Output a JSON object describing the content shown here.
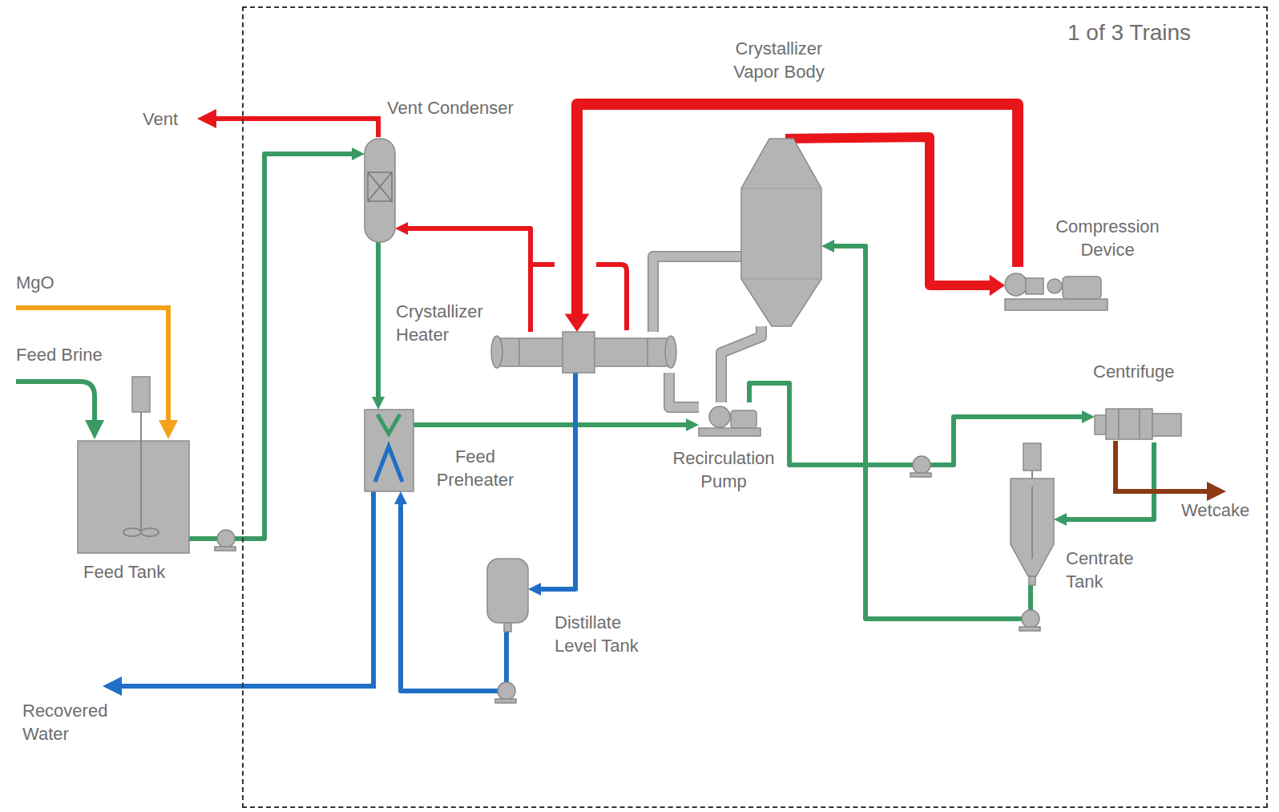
{
  "diagram": {
    "nodes": [
      {
        "text": [
          "1 of 3 Trains"
        ]
      },
      {
        "text": [
          "Vent Condenser"
        ],
        "in": 0
      },
      {
        "text": [
          "Crystallizer Vapor Body"
        ],
        "in": 0
      },
      {
        "text": [
          "Compression Device"
        ],
        "in": 0
      },
      {
        "text": [
          "Crystallizer Heater"
        ],
        "in": 0
      },
      {
        "text": [
          "Feed Preheater"
        ],
        "in": 0
      },
      {
        "text": [
          "Recirculation Pump"
        ],
        "in": 0
      },
      {
        "text": [
          "Centrifuge"
        ],
        "in": 0
      },
      {
        "text": [
          "Feed Tank"
        ]
      },
      {
        "text": [
          "Centrate Tank"
        ],
        "in": 0
      },
      {
        "text": [
          "Distillate Level Tank"
        ],
        "in": 0
      }
    ],
    "edges": [
      {
        "from": 8,
        "to": 1,
        "arrow": "to"
      },
      {
        "from": 1,
        "to": 5,
        "arrow": "to"
      },
      {
        "from": 5,
        "to": 6,
        "arrow": "to"
      },
      {
        "from": 2,
        "to": 3,
        "arrow": "to"
      },
      {
        "from": 3,
        "to": 4,
        "arrow": "to"
      },
      {
        "from": 4,
        "to": 1,
        "arrow": "to"
      },
      {
        "from": 4,
        "to": 10,
        "arrow": "to"
      },
      {
        "from": 10,
        "to": 5,
        "arrow": "to"
      },
      {
        "from": 6,
        "to": 7,
        "arrow": "to"
      },
      {
        "from": 7,
        "to": 9,
        "arrow": "to"
      },
      {
        "from": 9,
        "to": 2,
        "arrow": "to"
      },
      {
        "from": 4,
        "to": 2,
        "arrow": "none"
      },
      {
        "from": 2,
        "to": 6,
        "arrow": "none"
      },
      {
        "from": 6,
        "to": 4,
        "arrow": "none"
      }
    ],
    "labels": [
      "Vent",
      "MgO",
      "Feed Brine",
      "Recovered Water",
      "Wetcake"
    ]
  }
}
